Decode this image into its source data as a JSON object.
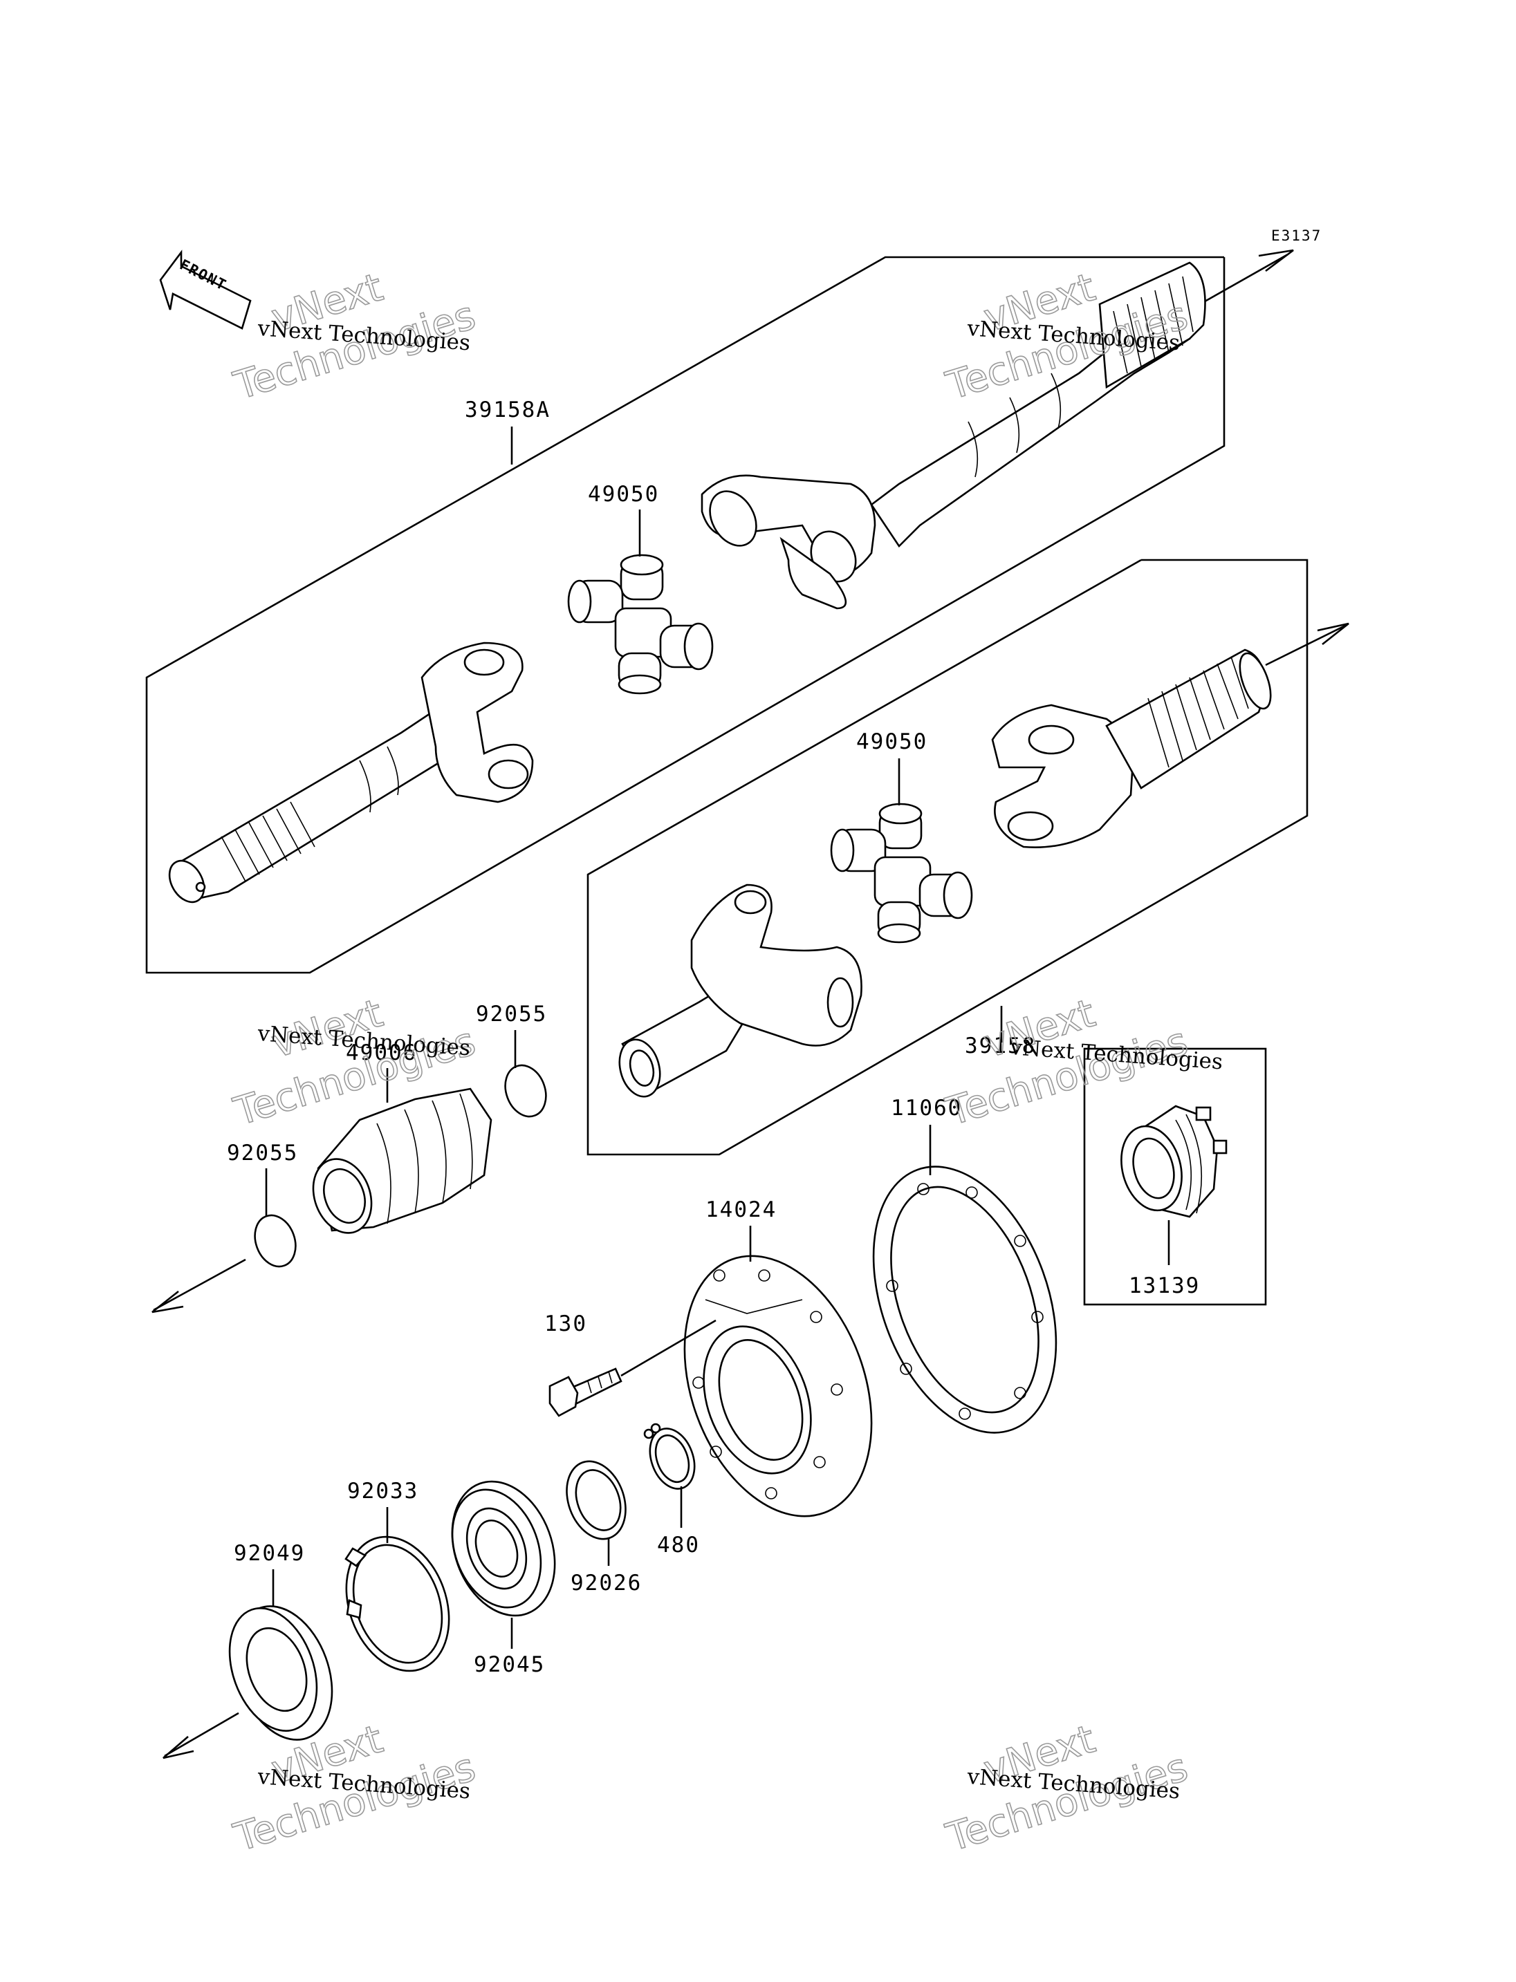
{
  "diagram_code": "E3137",
  "front_label": "FRONT",
  "watermark": {
    "line1": "vNext Technologies",
    "line2": "vNext",
    "line3": "Technologies"
  },
  "labels": {
    "shaft_front_assy": "39158A",
    "joint_upper": "49050",
    "joint_lower": "49050",
    "shaft_rear_assy": "39158",
    "boot": "49006",
    "ring_upper": "92055",
    "ring_left": "92055",
    "gasket": "11060",
    "housing": "14024",
    "bolt": "130",
    "clutch": "13139",
    "circlip_small": "480",
    "shim": "92026",
    "circlip_large": "92033",
    "bearing": "92045",
    "seal": "92049"
  }
}
